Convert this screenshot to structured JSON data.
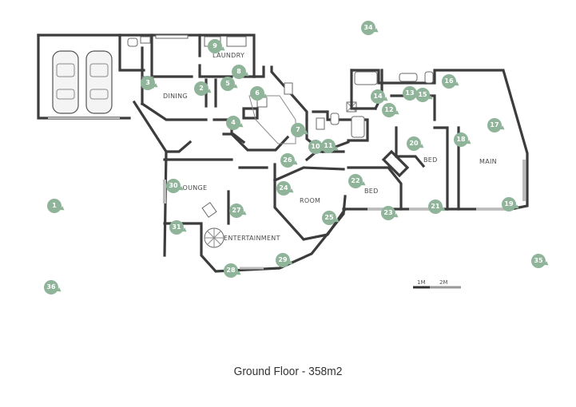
{
  "caption": "Ground Floor - 358m2",
  "rooms": {
    "laundry": "LAUNDRY",
    "dining": "DINING",
    "lounge": "LOUNGE",
    "room": "ROOM",
    "entertainment": "ENTERTAINMENT",
    "bed1": "BED",
    "bed2": "BED",
    "main": "MAIN"
  },
  "scale": {
    "label_1": "1M",
    "label_2": "2M"
  },
  "markers": [
    "1",
    "2",
    "3",
    "4",
    "5",
    "6",
    "7",
    "8",
    "9",
    "10",
    "11",
    "12",
    "13",
    "14",
    "15",
    "16",
    "17",
    "18",
    "19",
    "20",
    "21",
    "22",
    "23",
    "24",
    "25",
    "26",
    "27",
    "28",
    "29",
    "30",
    "31",
    "34",
    "35",
    "36"
  ],
  "colors": {
    "marker": "#8fb49a",
    "wall": "#3c3c3c"
  }
}
